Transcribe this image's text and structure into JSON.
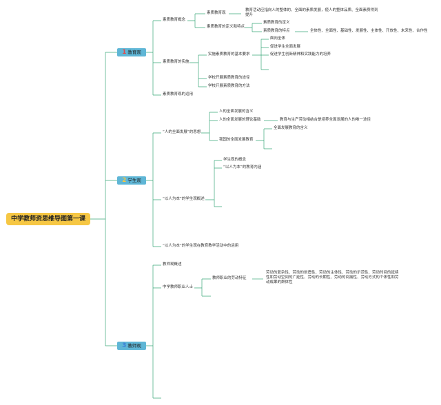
{
  "root": "中学教师资思维导图第一课",
  "categories": [
    {
      "num": "1",
      "label": "教育观",
      "num_color": "#e24b4b"
    },
    {
      "num": "2",
      "label": "学生观",
      "num_color": "#f4c542"
    },
    {
      "num": "3",
      "label": "教师观",
      "num_color": "#3c7fd6"
    }
  ],
  "edu": {
    "concept": "素质教育概念",
    "concept_view": "素质教育观",
    "concept_view_text": "教育活动应指向人的整体的、全面的素质发展，使人的整体品质、全面素质得到提升",
    "definition_features": "素质教育的定义和特点",
    "definition": "素质教育的定义",
    "features": "素质教育的特点",
    "features_list": "全体性、全面性、基础性、发展性、主体性、开放性、未来性、合作性",
    "implementation": "素质教育的实施",
    "basic_requirements": "实施素质教育的基本要求",
    "req1": "面向全体",
    "req2": "促进学生全面发展",
    "req3": "促进学生创新精神和实践能力的培养",
    "path": "学校开展素质教育的途径",
    "method": "学校开展素质教育的方法",
    "application": "素质教育观的运用"
  },
  "student": {
    "all_round": "“人的全面发展”的思想",
    "meaning": "人的全面发展的含义",
    "theory_basis": "人的全面发展的理论基础",
    "theory_text": "教育与生产劳动相结合是培养全面发展的人的唯一途径",
    "china_goal": "我国的全面发展教育",
    "china_meaning": "全面发展教育的含义",
    "people_oriented": "“以人为本”的学生观概述",
    "student_concept": "学生观的概念",
    "people_content": "“以人为本”的教育内涵",
    "application": "“以人为本”的学生观在教育教学活动中的运用"
  },
  "teacher": {
    "overview": "教师观概述",
    "profession": "中学教师职业人士",
    "labor_features": "教师职业的劳动特征",
    "labor_text": "劳动的复杂性、劳动的创造性、劳动的主体性、劳动的示范性、劳动时间的延续性和劳动空间的广延性、劳动的长期性、劳动的间接性、劳动方式的个体性和劳动成果的群体性"
  }
}
